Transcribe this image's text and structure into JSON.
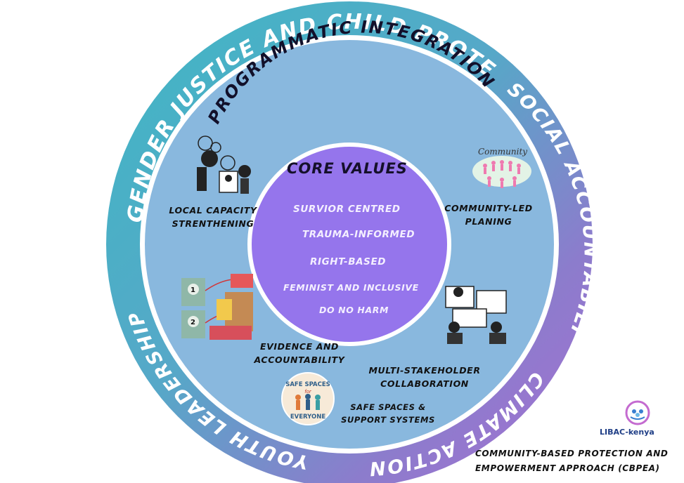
{
  "outer_ring": {
    "top_arc": "GENDER JUSTICE AND CHILD PROTECTION",
    "right_arc": "SOCIAL ACCOUNTABILITY",
    "bottom_right_arc": "CLIMATE ACTION",
    "bottom_left_arc": "YOUTH LEADERSHIP"
  },
  "middle_ring": {
    "title": "PROGRAMMATIC INTEGRATION",
    "labels": {
      "local_capacity_line1": "LOCAL CAPACITY",
      "local_capacity_line2": "STRENTHENING",
      "community_led_line1": "COMMUNITY-LED",
      "community_led_line2": "PLANING",
      "evidence_line1": "EVIDENCE AND",
      "evidence_line2": "ACCOUNTABILITY",
      "multi_line1": "MULTI-STAKEHOLDER",
      "multi_line2": "COLLABORATION",
      "safe_line1": "SAFE SPACES &",
      "safe_line2": "SUPPORT SYSTEMS"
    }
  },
  "core": {
    "title": "CORE VALUES",
    "values": [
      "SURVIOR CENTRED",
      "TRAUMA-INFORMED",
      "RIGHT-BASED",
      "FEMINIST AND INCLUSIVE",
      "DO NO HARM"
    ]
  },
  "illustrations": {
    "community_word": "Community",
    "badge_top": "SAFE SPACES",
    "badge_mid": "for",
    "badge_bottom": "EVERYONE",
    "step_1": "1",
    "step_2": "2"
  },
  "logo": {
    "name": "LIBAC-kenya"
  },
  "footer": {
    "line1": "COMMUNITY-BASED PROTECTION AND",
    "line2": "EMPOWERMENT APPROACH (CBPEA)"
  },
  "colors": {
    "ring_teal": "#3fb7c4",
    "ring_purple": "#9a6fd0",
    "inner_blue": "#89b8de",
    "core_purple": "#9575ec",
    "white": "#ffffff"
  }
}
